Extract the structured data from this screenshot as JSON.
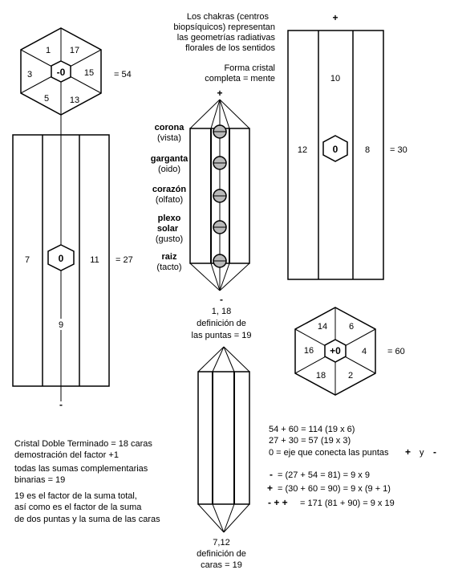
{
  "top_hexagon": {
    "center": "-0",
    "values": [
      "1",
      "17",
      "3",
      "15",
      "5",
      "13"
    ],
    "sum": "= 54"
  },
  "left_column": {
    "left_value": "7",
    "center": "0",
    "right_value": "11",
    "axis_value": "9",
    "sum": "= 27",
    "bottom_sign": "-"
  },
  "intro_text": [
    "Los chakras (centros",
    "biopsíquicos) representan",
    "las geometrías radiativas",
    "florales de los sentidos"
  ],
  "crystal_caption": [
    "Forma cristal",
    "completa = mente"
  ],
  "crystal": {
    "top_sign": "+",
    "bottom_sign": "-",
    "points_caption": [
      "1, 18",
      "definición de",
      "las puntas = 19"
    ]
  },
  "chakras": [
    {
      "name": "corona",
      "sense": "(vista)"
    },
    {
      "name": "garganta",
      "sense": "(oido)"
    },
    {
      "name": "corazón",
      "sense": "(olfato)"
    },
    {
      "name": "plexo",
      "name2": "solar",
      "sense": "(gusto)"
    },
    {
      "name": "raiz",
      "sense": "(tacto)"
    }
  ],
  "right_column": {
    "top_sign": "+",
    "top_value": "10",
    "left_value": "12",
    "center": "0",
    "right_value": "8",
    "sum": "= 30"
  },
  "bottom_hexagon": {
    "center": "+0",
    "values": [
      "14",
      "6",
      "16",
      "4",
      "18",
      "2"
    ],
    "sum": "= 60"
  },
  "bottom_crystal_caption": [
    "7,12",
    "definición de",
    "caras = 19"
  ],
  "left_notes": {
    "line1": "Cristal Doble Terminado = 18 caras",
    "line2": "demostración del factor +1",
    "line3": "todas las sumas complementarias",
    "line4": "binarias = 19",
    "line5": "19 es el factor de la suma total,",
    "line6": "así como es el factor de la suma",
    "line7": "de dos puntas y la suma de las caras"
  },
  "equations": {
    "e1": "54 + 60 = 114 (19 x 6)",
    "e2": "27 + 30 = 57 (19 x 3)",
    "e3_text": "0 = eje que conecta las puntas",
    "e3_plus": "+",
    "e3_y": "y",
    "e3_minus": "-",
    "e4_sign": "-",
    "e4_text": "= (27 + 54 = 81) = 9 x 9",
    "e5_sign": "+",
    "e5_text": "= (30 + 60 = 90) = 9 x (9 + 1)",
    "e6_signs": "- + +",
    "e6_text": "= 171 (81 + 90) = 9 x 19"
  }
}
